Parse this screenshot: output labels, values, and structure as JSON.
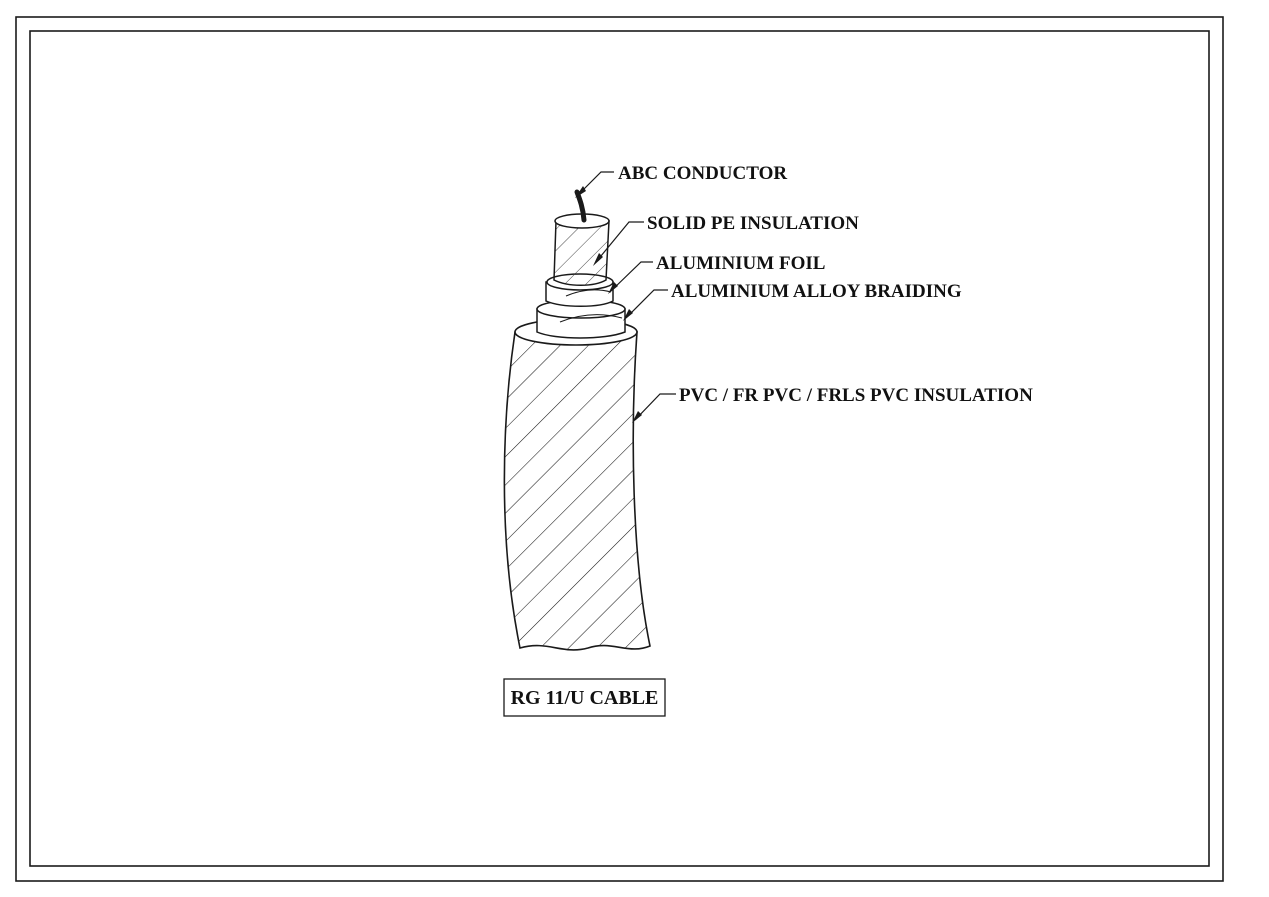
{
  "drawing": {
    "caption": "RG 11/U CABLE",
    "line_color": "#1a1a1a",
    "background": "#ffffff",
    "callouts": [
      {
        "id": "conductor",
        "text": "ABC CONDUCTOR"
      },
      {
        "id": "pe-insulation",
        "text": "SOLID PE INSULATION"
      },
      {
        "id": "foil",
        "text": "ALUMINIUM FOIL"
      },
      {
        "id": "braiding",
        "text": "ALUMINIUM ALLOY BRAIDING"
      },
      {
        "id": "jacket",
        "text": "PVC / FR PVC / FRLS PVC INSULATION"
      }
    ]
  }
}
